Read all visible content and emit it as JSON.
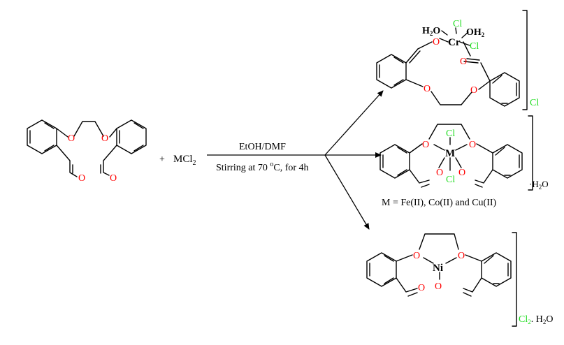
{
  "atoms": {
    "O": "O",
    "Cl": "Cl",
    "Cr": "Cr",
    "M": "M",
    "Ni": "Ni",
    "H2O_H": "H",
    "H2O_2": "2",
    "H2O_O": "O",
    "OH2_OH": "OH",
    "OH2_2": "2"
  },
  "reactant": {
    "plus": "+",
    "salt": "MCl",
    "salt_sub": "2"
  },
  "conditions": {
    "solvent": "EtOH/DMF",
    "stirring": "Stirring at 70 ",
    "degree": "o",
    "time": "C, for 4h"
  },
  "counterions": {
    "top": "Cl",
    "middle_dot": "·",
    "middle_h": "H",
    "middle_2": "2",
    "middle_o": "O",
    "bottom_cl": "Cl",
    "bottom_sub": "2",
    "bottom_rest": ". H",
    "bottom_sub2": "2",
    "bottom_o": "O"
  },
  "metal_note": "M = Fe(II), Co(II) and Cu(II)",
  "colors": {
    "oxygen": "#ff0000",
    "chlorine": "#22dd22",
    "bond": "#000000"
  }
}
